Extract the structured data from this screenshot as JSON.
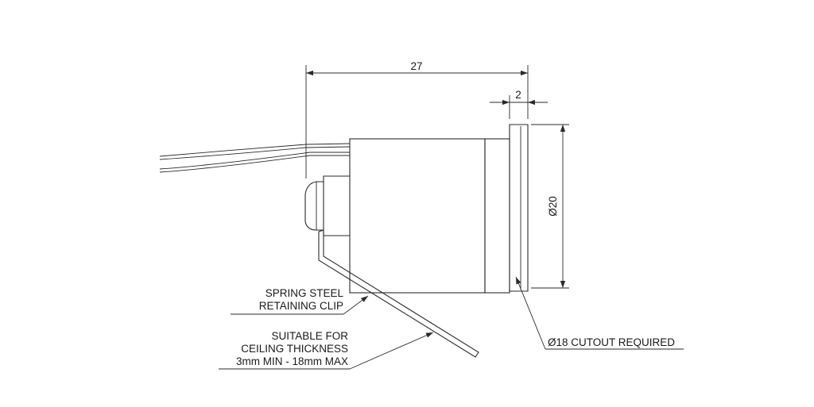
{
  "dimensions": {
    "overall_length": "27",
    "flange_thickness": "2",
    "flange_diameter": "Ø20"
  },
  "annotations": {
    "clip_line1": "SPRING STEEL",
    "clip_line2": "RETAINING CLIP",
    "ceiling_line1": "SUITABLE FOR",
    "ceiling_line2": "CEILING THICKNESS",
    "ceiling_line3": "3mm MIN - 18mm MAX",
    "cutout": "Ø18 CUTOUT REQUIRED"
  },
  "colors": {
    "line": "#2a2a2a",
    "background": "#ffffff"
  }
}
